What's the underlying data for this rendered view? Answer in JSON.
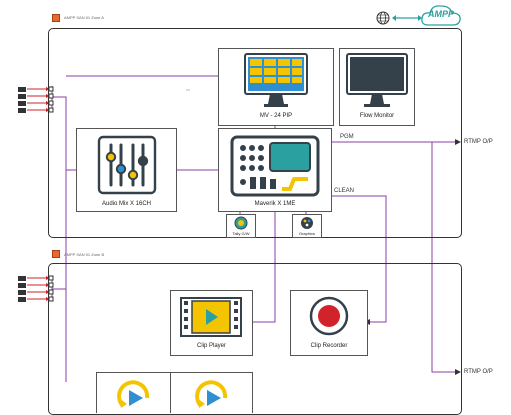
{
  "zone_a": {
    "tag": "AMPP SAN 01 Zone A"
  },
  "zone_b": {
    "tag": "AMPP SAN 01 Zone B"
  },
  "logo_text": "AMPP",
  "nodes": {
    "multiviewer": "MV - 24 PIP",
    "flow_monitor": "Flow Monitor",
    "audio_mixer": "Audio Mix X 16CH",
    "switcher": "Maverik X 1ME",
    "tally": "Tally G/W",
    "graphics": "Graphics",
    "clip_player": "Clip Player",
    "clip_recorder": "Clip Recorder"
  },
  "signals": {
    "pgm": "PGM",
    "clean": "CLEAN",
    "rtmp_top": "RTMP O/P",
    "rtmp_bottom": "RTMP O/P"
  },
  "colors": {
    "connector": "#8a3fa8",
    "frame": "#333333",
    "accent_yellow": "#f5c400",
    "accent_blue": "#2f8fd0",
    "teal": "#2aa0a0",
    "dark_panel": "#35414a",
    "input_red": "#d2232a"
  }
}
